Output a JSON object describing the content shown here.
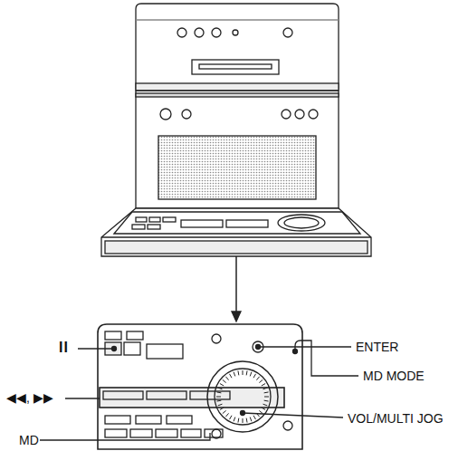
{
  "diagram": {
    "labels": [
      "ENTER",
      "MD MODE",
      "VOL/MULTI JOG",
      "MD",
      "II",
      "◀◀, ▶▶"
    ]
  }
}
